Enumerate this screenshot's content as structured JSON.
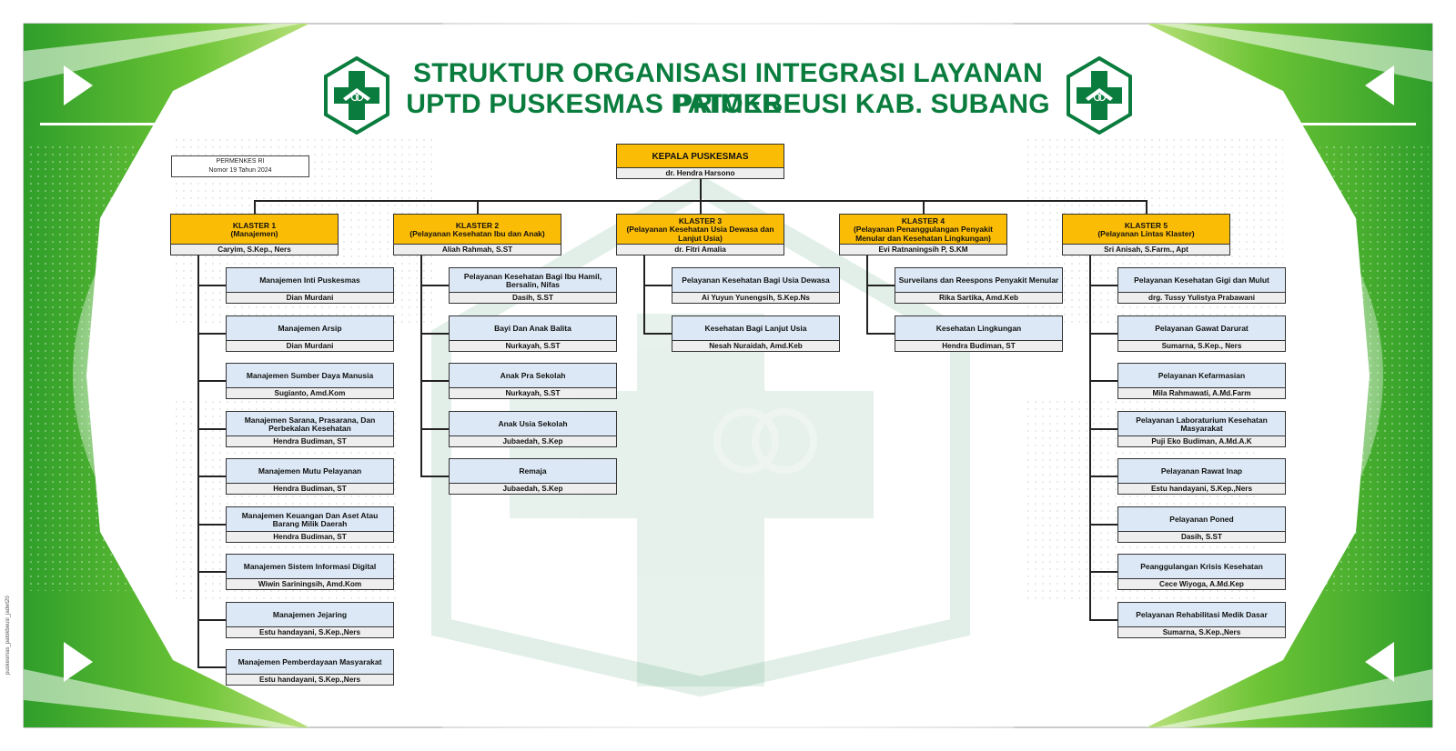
{
  "header": {
    "title_line1": "STRUKTUR ORGANISASI INTEGRASI LAYANAN PRIMER",
    "title_line2": "UPTD PUSKESMAS PATOKBEUSI KAB. SUBANG"
  },
  "reference": {
    "line1": "PERMENKES RI",
    "line2": "Nomor 19 Tahun 2024"
  },
  "side_note": "puskesmas_patokbeusi_jadwt20",
  "head": {
    "title": "KEPALA PUSKESMAS",
    "name": "dr.  Hendra Harsono"
  },
  "clusters": [
    {
      "title": "KLASTER 1\n(Manajemen)",
      "name": "Caryim, S.Kep., Ners",
      "units": [
        {
          "title": "Manajemen Inti Puskesmas",
          "name": "Dian Murdani"
        },
        {
          "title": "Manajemen Arsip",
          "name": "Dian Murdani"
        },
        {
          "title": "Manajemen Sumber Daya Manusia",
          "name": "Sugianto, Amd.Kom"
        },
        {
          "title": "Manajemen Sarana, Prasarana, Dan Perbekalan Kesehatan",
          "name": "Hendra Budiman, ST"
        },
        {
          "title": "Manajemen Mutu Pelayanan",
          "name": "Hendra Budiman, ST"
        },
        {
          "title": "Manajemen Keuangan Dan Aset Atau Barang Milik Daerah",
          "name": "Hendra Budiman, ST"
        },
        {
          "title": "Manajemen Sistem Informasi Digital",
          "name": "Wiwin Sariningsih, Amd.Kom"
        },
        {
          "title": "Manajemen Jejaring",
          "name": "Estu handayani, S.Kep.,Ners"
        },
        {
          "title": "Manajemen Pemberdayaan Masyarakat",
          "name": "Estu handayani, S.Kep.,Ners"
        }
      ]
    },
    {
      "title": "KLASTER 2\n(Pelayanan Kesehatan Ibu dan Anak)",
      "name": "Aliah Rahmah, S.ST",
      "units": [
        {
          "title": "Pelayanan Kesehatan Bagi Ibu Hamil, Bersalin, Nifas",
          "name": "Dasih, S.ST"
        },
        {
          "title": "Bayi Dan Anak Balita",
          "name": "Nurkayah, S.ST"
        },
        {
          "title": "Anak Pra Sekolah",
          "name": "Nurkayah, S.ST"
        },
        {
          "title": "Anak Usia Sekolah",
          "name": "Jubaedah, S.Kep"
        },
        {
          "title": "Remaja",
          "name": "Jubaedah, S.Kep"
        }
      ]
    },
    {
      "title": "KLASTER 3\n(Pelayanan Kesehatan Usia Dewasa dan Lanjut Usia)",
      "name": "dr. Fitri Amalia",
      "units": [
        {
          "title": "Pelayanan Kesehatan Bagi Usia Dewasa",
          "name": "Ai Yuyun Yunengsih, S.Kep.Ns"
        },
        {
          "title": "Kesehatan Bagi Lanjut Usia",
          "name": "Nesah Nuraidah, Amd.Keb"
        }
      ]
    },
    {
      "title": "KLASTER 4\n(Pelayanan Penanggulangan Penyakit Menular dan Kesehatan Lingkungan)",
      "name": "Evi Ratnaningsih P, S.KM",
      "units": [
        {
          "title": "Surveilans dan Reespons Penyakit Menular",
          "name": "Rika Sartika, Amd.Keb"
        },
        {
          "title": "Kesehatan Lingkungan",
          "name": "Hendra Budiman, ST"
        }
      ]
    },
    {
      "title": "KLASTER 5\n(Pelayanan Lintas Klaster)",
      "name": "Sri Anisah, S.Farm., Apt",
      "units": [
        {
          "title": "Pelayanan Kesehatan Gigi dan Mulut",
          "name": "drg.  Tussy Yulistya Prabawani"
        },
        {
          "title": "Pelayanan Gawat Darurat",
          "name": "Sumarna, S.Kep.,  Ners"
        },
        {
          "title": "Pelayanan Kefarmasian",
          "name": "Mila Rahmawati, A.Md.Farm"
        },
        {
          "title": "Pelayanan Laboraturium Kesehatan Masyarakat",
          "name": "Puji Eko Budiman, A.Md.A.K"
        },
        {
          "title": "Pelayanan Rawat Inap",
          "name": "Estu handayani, S.Kep.,Ners"
        },
        {
          "title": "Pelayanan Poned",
          "name": "Dasih, S.ST"
        },
        {
          "title": "Peanggulangan Krisis Kesehatan",
          "name": "Cece Wiyoga, A.Md.Kep"
        },
        {
          "title": "Pelayanan Rehabilitasi Medik Dasar",
          "name": "Sumarna, S.Kep.,Ners"
        }
      ]
    }
  ],
  "colors": {
    "brand_green": "#0a7d3e",
    "cluster_header": "#fbbc05",
    "unit_header": "#dce8f5",
    "bright_green": "#3fae2a"
  },
  "icons": {
    "logo": "puskesmas-logo-icon",
    "corner": "triangle-arrow-icon"
  }
}
